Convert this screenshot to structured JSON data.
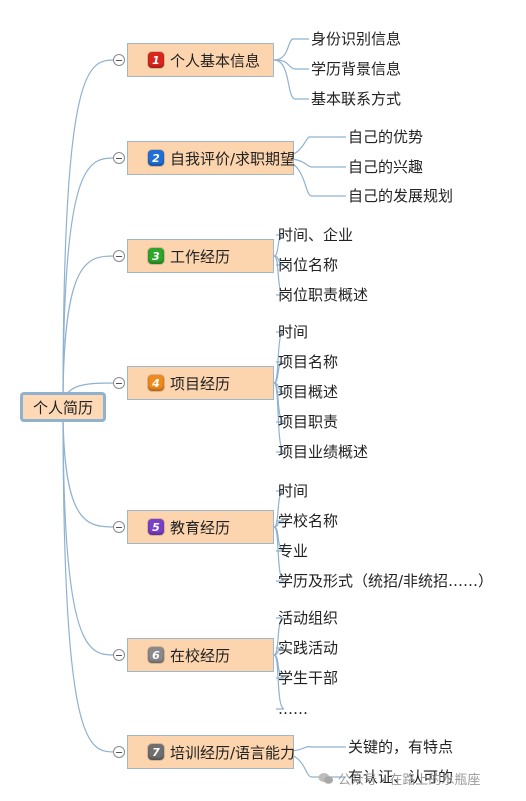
{
  "root": {
    "label": "个人简历"
  },
  "branches": [
    {
      "num": "1",
      "label": "个人基本信息",
      "badge_color": "#d9261c",
      "items": [
        "身份识别信息",
        "学历背景信息",
        "基本联系方式"
      ]
    },
    {
      "num": "2",
      "label": "自我评价/求职期望",
      "badge_color": "#1f6fd6",
      "items": [
        "自己的优势",
        "自己的兴趣",
        "自己的发展规划"
      ]
    },
    {
      "num": "3",
      "label": "工作经历",
      "badge_color": "#2fa52c",
      "items": [
        "时间、企业",
        "岗位名称",
        "岗位职责概述"
      ]
    },
    {
      "num": "4",
      "label": "项目经历",
      "badge_color": "#f08a1c",
      "items": [
        "时间",
        "项目名称",
        "项目概述",
        "项目职责",
        "项目业绩概述"
      ]
    },
    {
      "num": "5",
      "label": "教育经历",
      "badge_color": "#7a3fc8",
      "items": [
        "时间",
        "学校名称",
        "专业",
        "学历及形式（统招/非统招……）"
      ]
    },
    {
      "num": "6",
      "label": "在校经历",
      "badge_color": "#8a8a8a",
      "items": [
        "活动组织",
        "实践活动",
        "学生干部",
        "……"
      ]
    },
    {
      "num": "7",
      "label": "培训经历/语言能力",
      "badge_color": "#6f6f6f",
      "items": [
        "关键的，有特点",
        "有认证、认可的"
      ]
    }
  ],
  "watermark": {
    "text": "公众号 · 在路上的水瓶座",
    "icon": "wechat-icon"
  },
  "colors": {
    "line": "#8fb2d0",
    "branch_fill": "#fcd4ad",
    "root_border": "#8fb2d0"
  }
}
